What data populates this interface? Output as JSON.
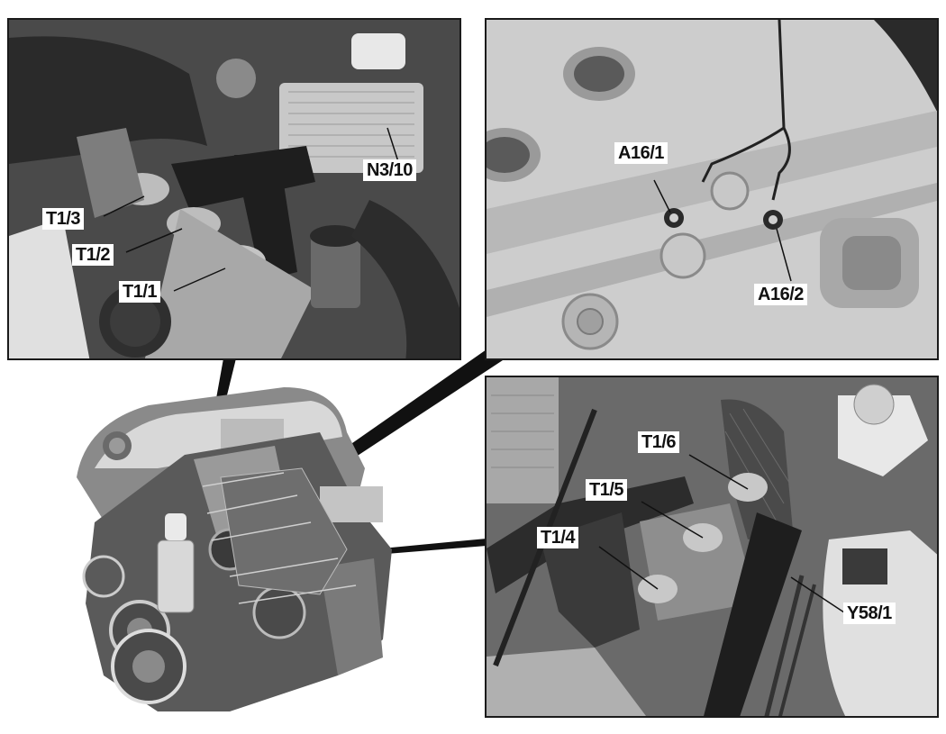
{
  "diagram": {
    "panels": [
      {
        "id": "top-left",
        "description": "Engine bay view, left cylinder bank ignition coils and engine control unit",
        "labels": [
          "T1/3",
          "T1/2",
          "T1/1",
          "N3/10"
        ]
      },
      {
        "id": "top-right",
        "description": "Cylinder head close-up with knock sensors",
        "labels": [
          "A16/1",
          "A16/2"
        ]
      },
      {
        "id": "bottom-right",
        "description": "Engine bay view, right cylinder bank ignition coils and valve",
        "labels": [
          "T1/6",
          "T1/5",
          "T1/4",
          "Y58/1"
        ]
      }
    ],
    "engine_illustration": "V6 engine cutaway overview with three callout leaders"
  },
  "labels": {
    "t1_3": "T1/3",
    "t1_2": "T1/2",
    "t1_1": "T1/1",
    "n3_10": "N3/10",
    "a16_1": "A16/1",
    "a16_2": "A16/2",
    "t1_6": "T1/6",
    "t1_5": "T1/5",
    "t1_4": "T1/4",
    "y58_1": "Y58/1"
  },
  "colors": {
    "border": "#1a1a1a",
    "label_bg": "#ffffff",
    "label_text": "#111111"
  }
}
